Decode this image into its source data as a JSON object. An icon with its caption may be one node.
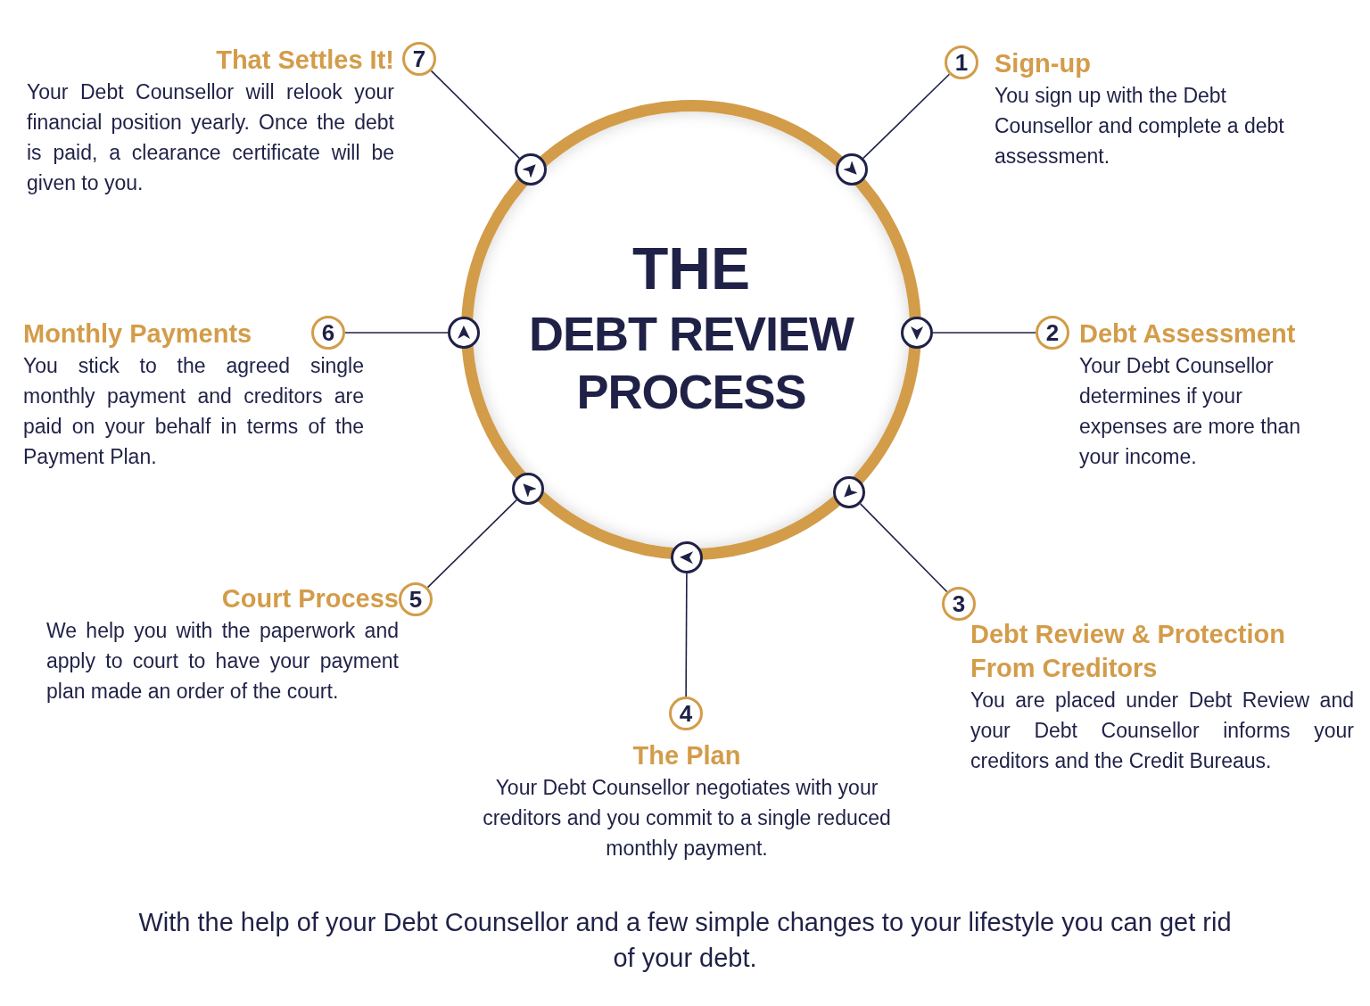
{
  "diagram": {
    "nodes": [
      {
        "text": [
          "THE",
          "DEBT REVIEW PROCESS"
        ]
      },
      {
        "text": [],
        "shape": "circle",
        "in": 0
      },
      {
        "text": [],
        "shape": "circle",
        "in": 0
      },
      {
        "text": [],
        "shape": "circle",
        "in": 0
      },
      {
        "text": [],
        "shape": "circle",
        "in": 0
      },
      {
        "text": [],
        "shape": "circle",
        "in": 0
      },
      {
        "text": [],
        "shape": "circle",
        "in": 0
      },
      {
        "text": [],
        "shape": "circle",
        "in": 0
      },
      {
        "text": [
          "1"
        ],
        "beside": [
          "Sign-up",
          "You sign up with the Debt Counsellor and complete a debt assessment."
        ]
      },
      {
        "text": [
          "2"
        ],
        "beside": [
          "Debt Assessment",
          "Your Debt Counsellor determines if your expenses are more than your income."
        ]
      },
      {
        "text": [
          "3"
        ],
        "beside": [
          "Debt Review & Protection From Creditors",
          "You are placed under Debt Review and your Debt Counsellor informs your creditors and the Credit Bureaus."
        ]
      },
      {
        "text": [
          "4"
        ],
        "beside": [
          "The Plan",
          "Your Debt Counsellor negotiates with your creditors and you commit to a single reduced monthly payment."
        ]
      },
      {
        "text": [
          "5"
        ],
        "beside": [
          "Court Process",
          "We help you with the paperwork and apply to court to have your payment plan made an order of the court."
        ]
      },
      {
        "text": [
          "6"
        ],
        "beside": [
          "Monthly Payments",
          "You stick to the agreed single monthly payment and creditors are paid on your behalf in terms of the Payment Plan."
        ]
      },
      {
        "text": [
          "7"
        ],
        "beside": [
          "That Settles It!",
          "Your Debt Counsellor will relook your financial position yearly. Once the debt is paid, a clearance certificate will be given to you."
        ]
      }
    ],
    "edges": [
      {
        "from": 1,
        "to": 8,
        "arrow": "none"
      },
      {
        "from": 2,
        "to": 9,
        "arrow": "none"
      },
      {
        "from": 3,
        "to": 10,
        "arrow": "none"
      },
      {
        "from": 4,
        "to": 11,
        "arrow": "none"
      },
      {
        "from": 5,
        "to": 12,
        "arrow": "none"
      },
      {
        "from": 6,
        "to": 13,
        "arrow": "none"
      },
      {
        "from": 7,
        "to": 14,
        "arrow": "none"
      }
    ],
    "caption": "With the help of your Debt Counsellor and a few simple changes to your lifestyle you can get rid of your debt."
  }
}
